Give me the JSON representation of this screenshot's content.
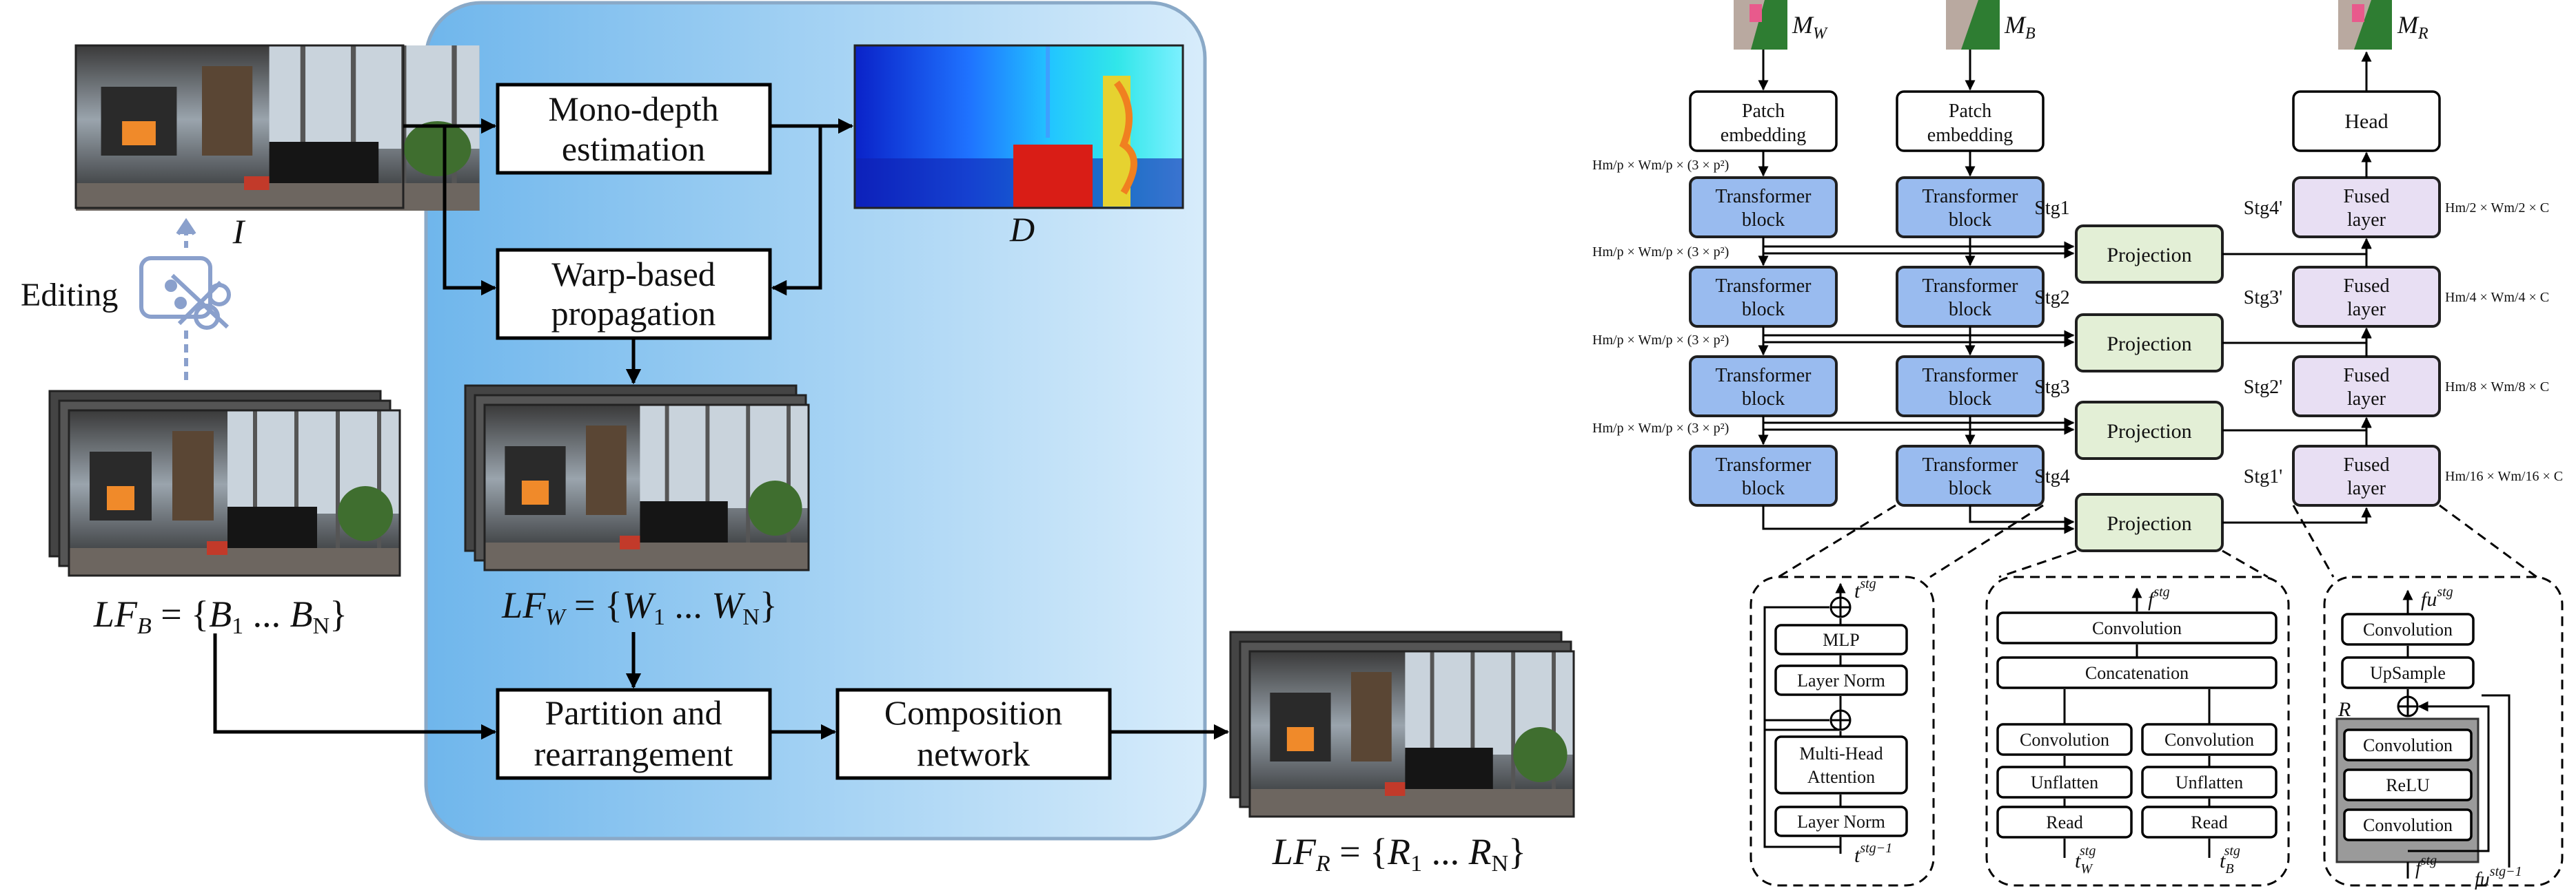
{
  "left": {
    "input_image_label": "I",
    "depth_label": "D",
    "editing_label": "Editing",
    "mono_depth": [
      "Mono-depth",
      "estimation"
    ],
    "warp": [
      "Warp-based",
      "propagation"
    ],
    "partition": [
      "Partition and",
      "rearrangement"
    ],
    "composition": [
      "Composition",
      "network"
    ],
    "lfb": "LF_B = {B_1 ... B_N}",
    "lfw": "LF_W = {W_1 ... W_N}",
    "lfr": "LF_R = {R_1 ... R_N}"
  },
  "right": {
    "mw": "M_W",
    "mb": "M_B",
    "mr": "M_R",
    "patch_embedding": [
      "Patch",
      "embedding"
    ],
    "head": "Head",
    "transformer_block": [
      "Transformer",
      "block"
    ],
    "fused_layer": [
      "Fused",
      "layer"
    ],
    "projection": "Projection",
    "stages": [
      "Stg1",
      "Stg2",
      "Stg3",
      "Stg4"
    ],
    "stages_rev": [
      "Stg4'",
      "Stg3'",
      "Stg2'",
      "Stg1'"
    ],
    "dim_left": "Hm/p × Wm/p × (3 × p²)",
    "dims_right": [
      "Hm/2 × Wm/2 × C",
      "Hm/4 × Wm/4 × C",
      "Hm/8 × Wm/8 × C",
      "Hm/16 × Wm/16 × C"
    ],
    "detail_transformer": {
      "out": "t^stg",
      "in": "t^stg−1",
      "mlp": "MLP",
      "layer_norm": "Layer Norm",
      "mha": [
        "Multi-Head",
        "Attention"
      ]
    },
    "detail_projection": {
      "out": "f^stg",
      "convolution": "Convolution",
      "concatenation": "Concatenation",
      "unflatten": "Unflatten",
      "read": "Read",
      "in_w": "t_W^stg",
      "in_b": "t_B^stg"
    },
    "detail_fused": {
      "out": "fu^stg",
      "convolution": "Convolution",
      "upsample": "UpSample",
      "relu": "ReLU",
      "r": "R",
      "in_f": "f^stg",
      "in_fu": "fu^stg−1"
    }
  }
}
